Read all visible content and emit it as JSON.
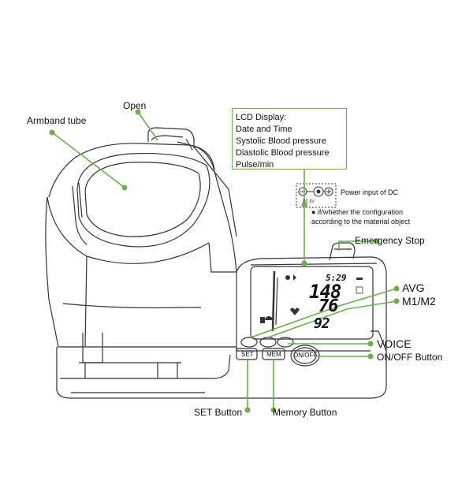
{
  "labels": {
    "armband_tube": "Armband tube",
    "open": "Open",
    "lcd_display_title": "LCD Display:",
    "lcd_items": [
      "Date and Time",
      "Systolic Blood pressure",
      "Diastolic Blood pressure",
      "Pulse/min"
    ],
    "power_input": "Power input of DC",
    "configuration_note": "● if/whether the configuration according to the material object",
    "configuration_line1": "● if/whether the configuration",
    "configuration_line2": "according to the material object",
    "emergency_stop": "Emergency Stop",
    "avg": "AVG",
    "m1m2": "M1/M2",
    "voice": "VOICE",
    "onoff_button": "ON/OFF  Button",
    "set_button": "SET Button",
    "memory_button": "Memory  Button"
  },
  "device": {
    "time": "5:29",
    "systolic": "148",
    "diastolic": "76",
    "pulse": "92",
    "set_key": "SET",
    "mem_key": "MEM",
    "onoff_key": "ON/OFF",
    "dc_label": "DC 6V"
  },
  "colors": {
    "accent": "#6ab04c",
    "line": "#222222"
  }
}
